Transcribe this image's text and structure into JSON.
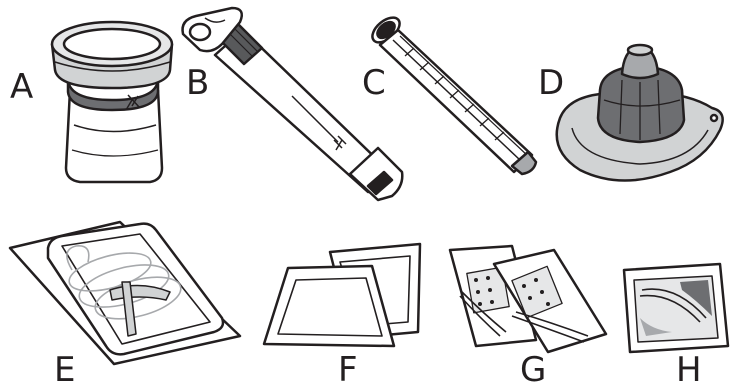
{
  "labels": {
    "a": "A",
    "b": "B",
    "c": "C",
    "d": "D",
    "e": "E",
    "f": "F",
    "g": "G",
    "h": "H"
  },
  "colors": {
    "ink": "#231f20",
    "dark_gray": "#6d6e71",
    "mid_gray": "#a7a9ac",
    "light_gray": "#d1d3d4",
    "pale_gray": "#e6e7e8"
  },
  "items": [
    {
      "label_key": "a",
      "icon": "vial-icon"
    },
    {
      "label_key": "b",
      "icon": "prefilled-syringe-icon"
    },
    {
      "label_key": "c",
      "icon": "syringe-icon"
    },
    {
      "label_key": "d",
      "icon": "vial-adapter-icon"
    },
    {
      "label_key": "e",
      "icon": "infusion-set-package-icon"
    },
    {
      "label_key": "f",
      "icon": "gauze-pads-icon"
    },
    {
      "label_key": "g",
      "icon": "adhesive-bandages-icon"
    },
    {
      "label_key": "h",
      "icon": "alcohol-swab-icon"
    }
  ]
}
